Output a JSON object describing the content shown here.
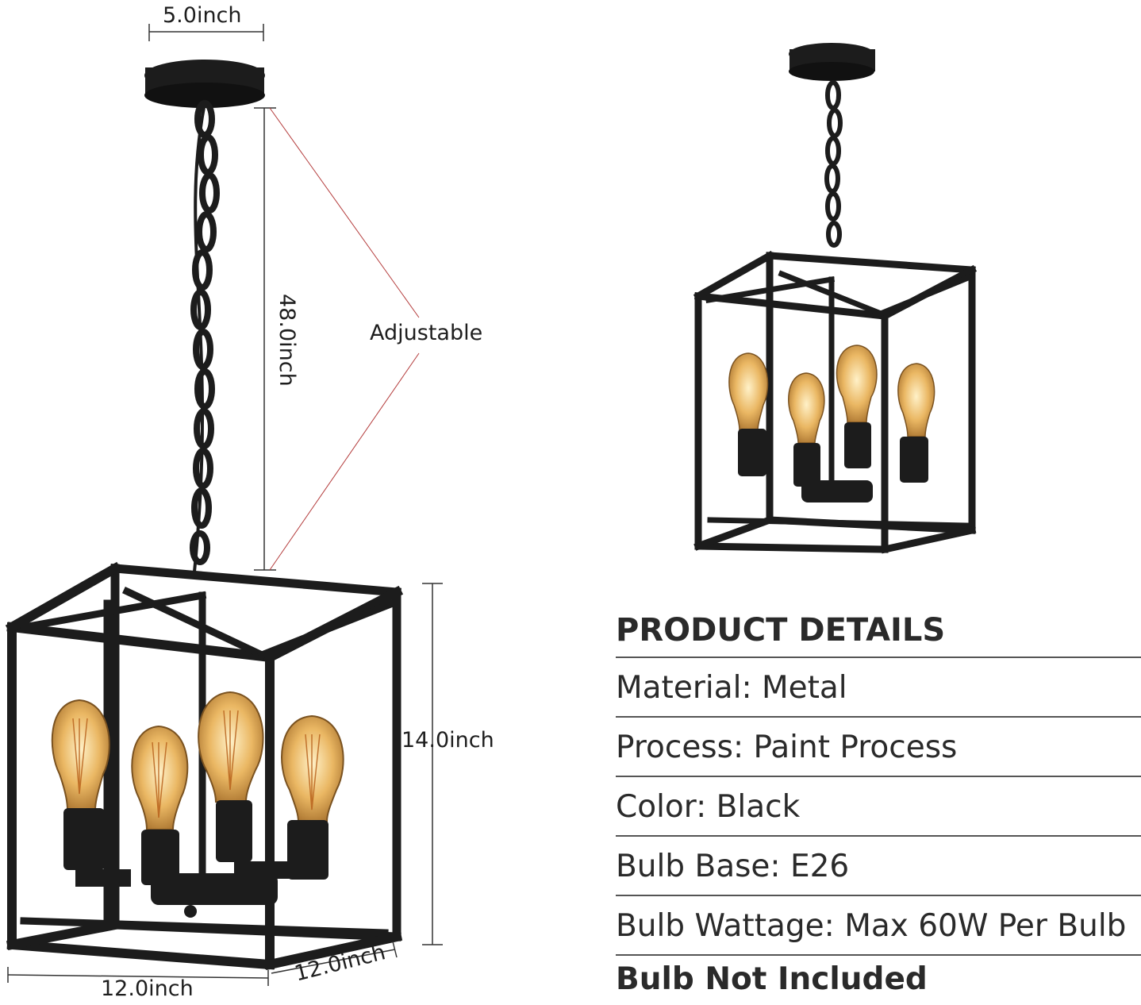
{
  "dimensions": {
    "canopy_width": "5.0inch",
    "chain_length": "48.0inch",
    "chain_note": "Adjustable",
    "cage_height": "14.0inch",
    "cage_width": "12.0inch",
    "cage_depth": "12.0inch"
  },
  "details": {
    "heading": "PRODUCT DETAILS",
    "rows": [
      "Material: Metal",
      "Process: Paint Process",
      "Color: Black",
      "Bulb Base: E26",
      "Bulb Wattage: Max 60W Per Bulb"
    ],
    "footer": "Bulb Not Included"
  },
  "colors": {
    "metal": "#1c1c1c",
    "bulb_glass": "#e8b861",
    "bulb_filament": "#c9782a",
    "dimension_line": "#333333",
    "adjust_line": "#b33a3a"
  }
}
